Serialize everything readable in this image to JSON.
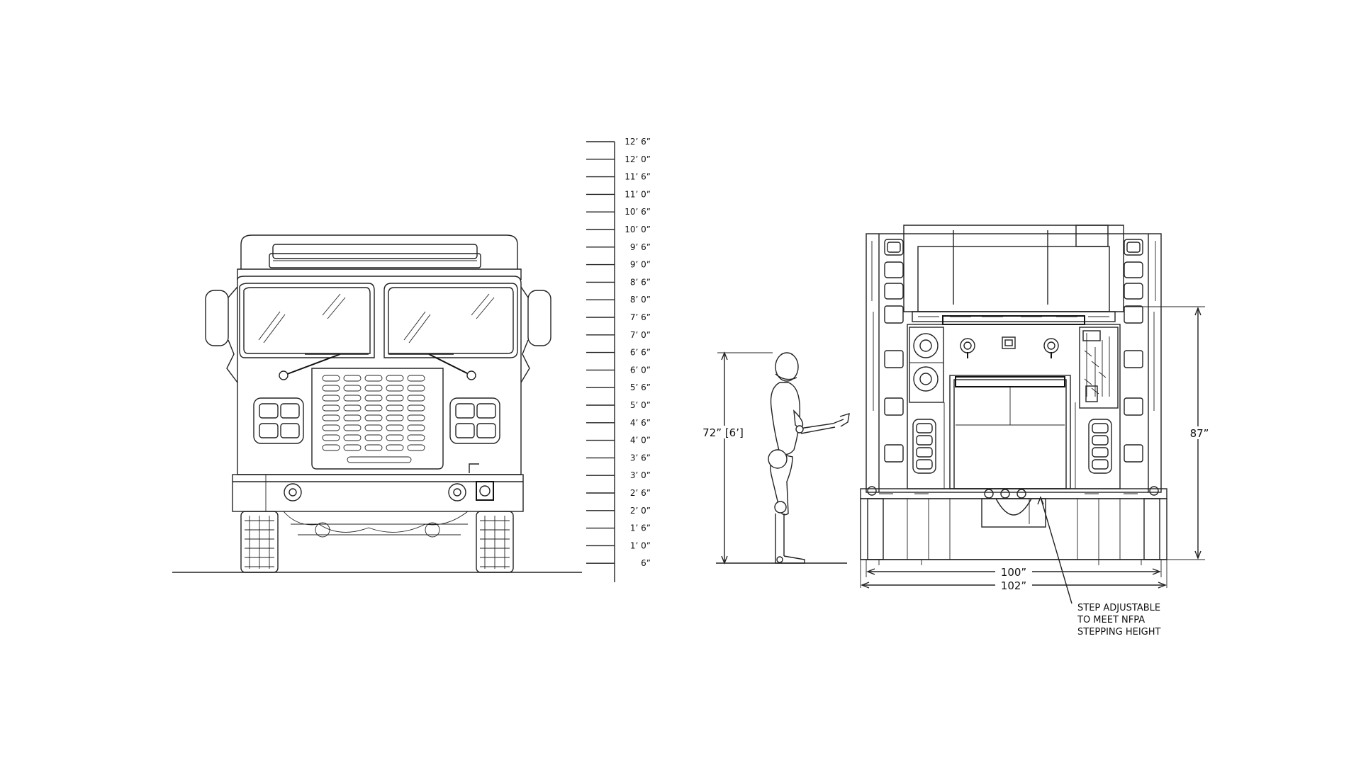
{
  "scale": {
    "ticks": [
      "12’ 6”",
      "12’ 0”",
      "11’ 6”",
      "11’ 0”",
      "10’ 6”",
      "10’ 0”",
      "9’ 6”",
      "9’ 0”",
      "8’ 6”",
      "8’ 0”",
      "7’ 6”",
      "7’ 0”",
      "6’ 6”",
      "6’ 0”",
      "5’ 6”",
      "5’ 0”",
      "4’ 6”",
      "4’ 0”",
      "3’ 6”",
      "3’ 0”",
      "2’ 6”",
      "2’ 0”",
      "1’ 6”",
      "1’ 0”",
      "6”"
    ]
  },
  "dimensions": {
    "person_height": "72” [6’]",
    "body_height": "87”",
    "inner_width": "100”",
    "outer_width": "102”"
  },
  "note": {
    "line1": "STEP ADJUSTABLE",
    "line2": "TO MEET NFPA",
    "line3": "STEPPING HEIGHT"
  }
}
